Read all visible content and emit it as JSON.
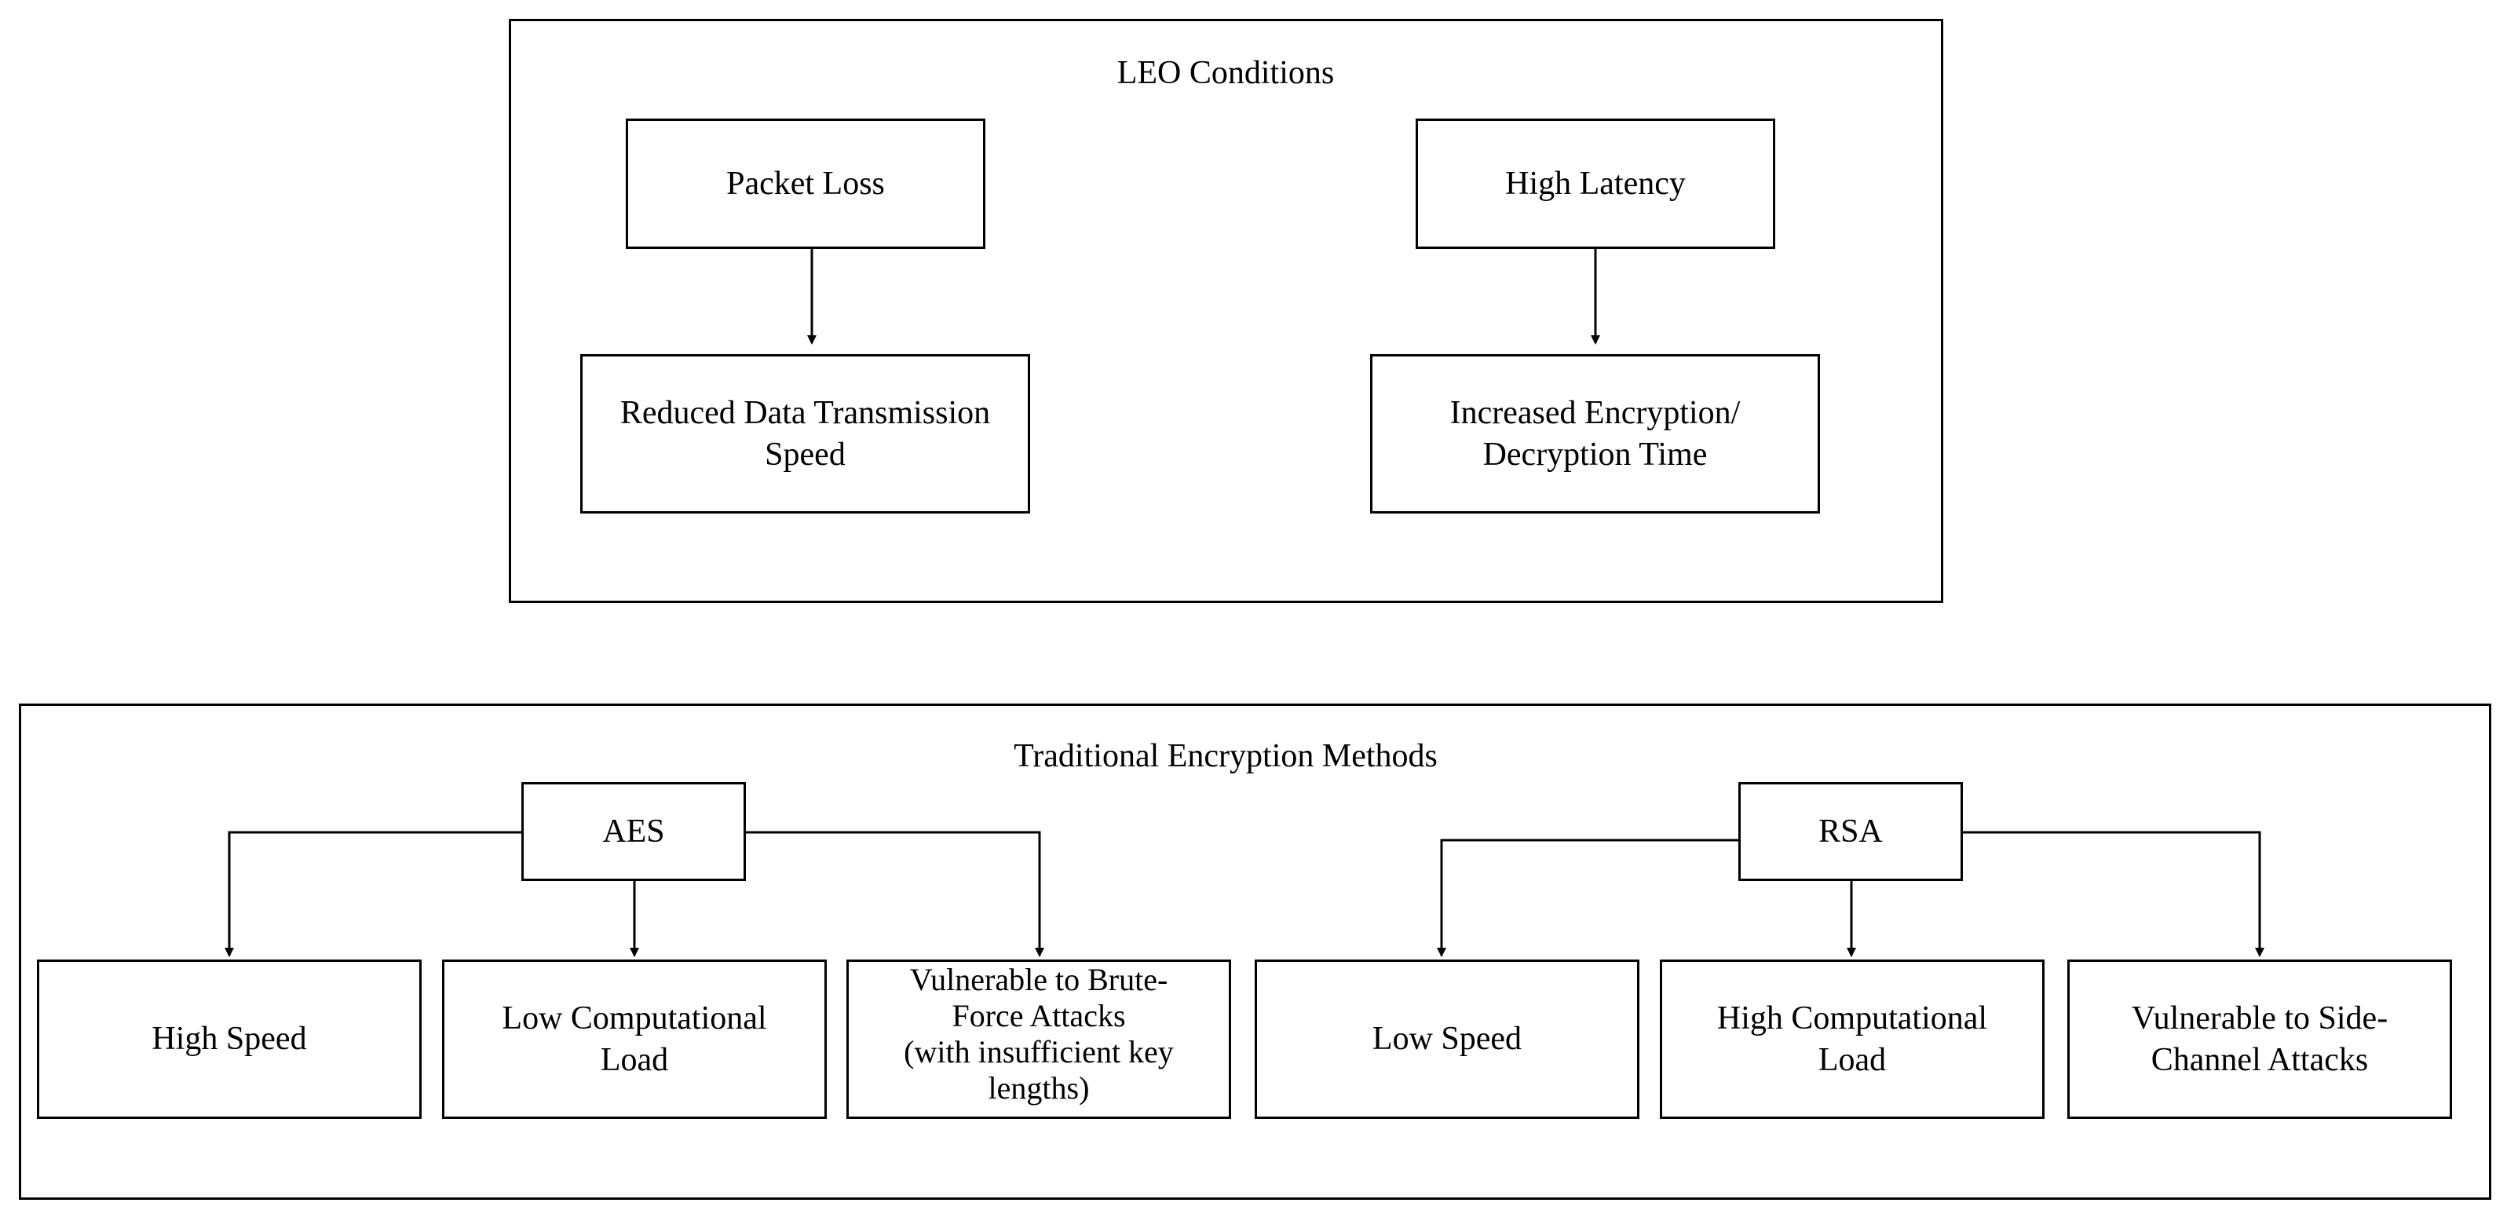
{
  "leo": {
    "title": "LEO Conditions",
    "packet_loss": "Packet Loss",
    "high_latency": "High Latency",
    "reduced_speed": "Reduced Data Transmission\nSpeed",
    "increased_time": "Increased Encryption/\nDecryption Time"
  },
  "traditional": {
    "title": "Traditional Encryption Methods",
    "aes": {
      "label": "AES",
      "high_speed": "High Speed",
      "low_load": "Low Computational\nLoad",
      "brute_force": "Vulnerable to Brute-\nForce Attacks\n(with insufficient key\nlengths)"
    },
    "rsa": {
      "label": "RSA",
      "low_speed": "Low Speed",
      "high_load": "High Computational\nLoad",
      "side_channel": "Vulnerable to Side-\nChannel Attacks"
    }
  }
}
